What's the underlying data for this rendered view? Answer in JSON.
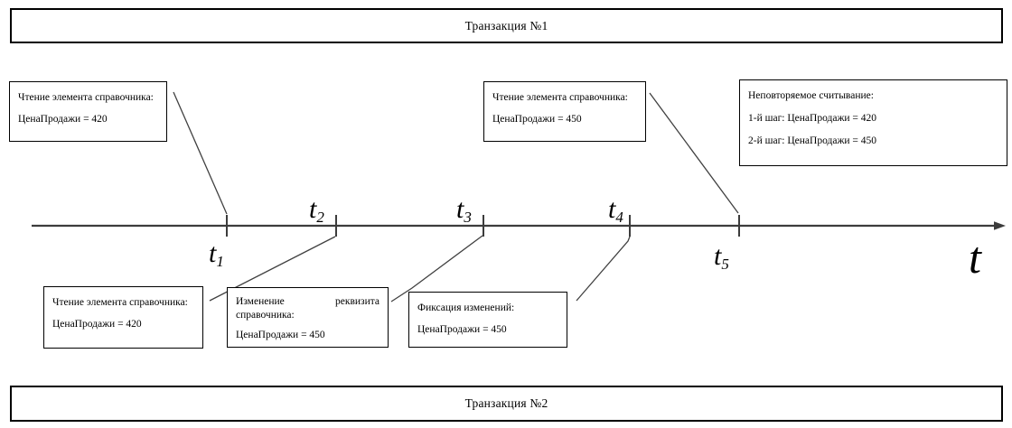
{
  "colors": {
    "background": "#ffffff",
    "line": "#3c3c3c",
    "border": "#000000",
    "text": "#000000"
  },
  "banners": {
    "top": "Транзакция №1",
    "bottom": "Транзакция №2"
  },
  "axis": {
    "label": "t",
    "ticks": [
      {
        "base": "t",
        "sub": "1"
      },
      {
        "base": "t",
        "sub": "2"
      },
      {
        "base": "t",
        "sub": "3"
      },
      {
        "base": "t",
        "sub": "4"
      },
      {
        "base": "t",
        "sub": "5"
      }
    ]
  },
  "callouts": {
    "top_left": {
      "lines": [
        "Чтение элемента справочника:",
        "ЦенаПродажи = 420"
      ]
    },
    "top_middle": {
      "lines": [
        "Чтение элемента справочника:",
        "ЦенаПродажи = 450"
      ]
    },
    "top_right": {
      "lines": [
        "Неповторяемое считывание:",
        "1-й шаг:  ЦенаПродажи = 420",
        "2-й шаг:  ЦенаПродажи = 450"
      ]
    },
    "bottom_left": {
      "lines": [
        "Чтение элемента справочника:",
        "ЦенаПродажи = 420"
      ]
    },
    "bottom_middle": {
      "word_left": "Изменение",
      "word_right": "реквизита",
      "lines": [
        "справочника:",
        "ЦенаПродажи = 450"
      ]
    },
    "bottom_right": {
      "lines": [
        "Фиксация изменений:",
        "ЦенаПродажи = 450"
      ]
    }
  }
}
